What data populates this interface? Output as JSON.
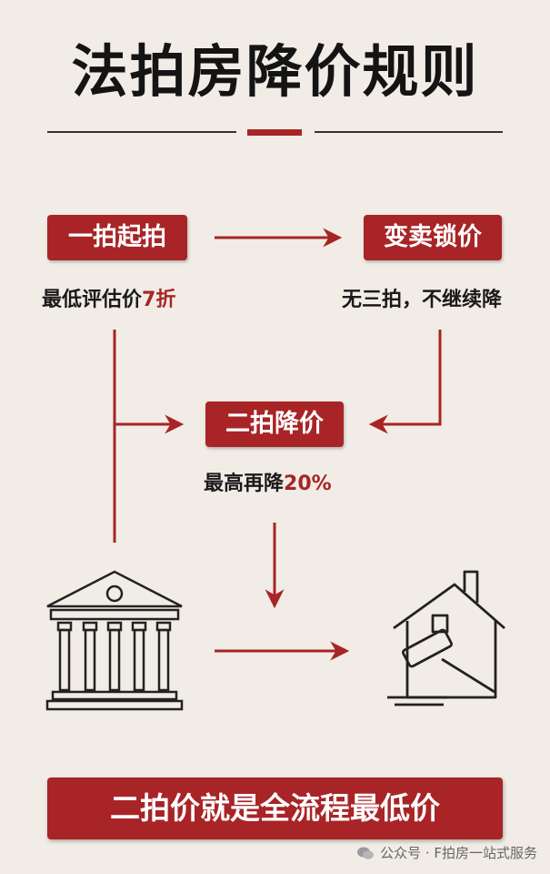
{
  "title": "法拍房降价规则",
  "nodes": {
    "first": {
      "label": "一拍起拍",
      "note": "最低评估价",
      "note_accent": "7折"
    },
    "sell": {
      "label": "变卖锁价",
      "note": "无三拍，不继续降"
    },
    "second": {
      "label": "二拍降价",
      "note": "最高再降",
      "note_accent": "20%"
    }
  },
  "icons": {
    "left": "courthouse-icon",
    "right": "house-gavel-icon",
    "footer": "wechat-icon"
  },
  "banner": "二拍价就是全流程最低价",
  "footer": "公众号 · F拍房一站式服务",
  "colors": {
    "accent": "#a82426",
    "background": "#f1ece6",
    "text": "#141414"
  }
}
